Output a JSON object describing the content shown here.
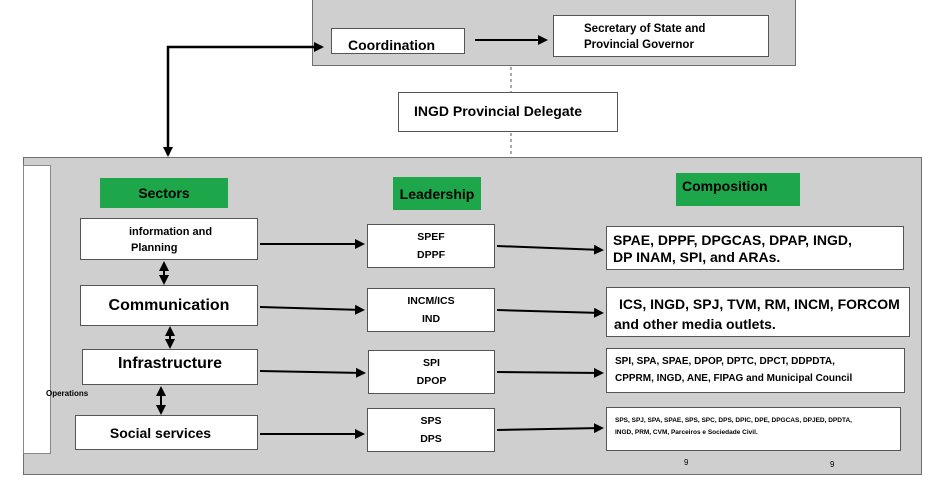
{
  "top": {
    "coordination": "Coordination",
    "secretary_line1": "Secretary of State and",
    "secretary_line2": "Provincial Governor",
    "ingd_delegate": "INGD Provincial Delegate"
  },
  "operations_label": "Operations",
  "headers": {
    "sectors": "Sectors",
    "leadership": "Leadership",
    "composition": "Composition"
  },
  "sectors": [
    {
      "line1": "information and",
      "line2": "Planning"
    },
    {
      "label": "Communication"
    },
    {
      "label": "Infrastructure"
    },
    {
      "label": "Social services"
    }
  ],
  "leadership": [
    {
      "line1": "SPEF",
      "line2": "DPPF"
    },
    {
      "line1": "INCM/ICS",
      "line2": "IND"
    },
    {
      "line1": "SPI",
      "line2": "DPOP"
    },
    {
      "line1": "SPS",
      "line2": "DPS"
    }
  ],
  "composition": [
    {
      "line1": "SPAE, DPPF, DPGCAS, DPAP, INGD,",
      "line2": "DP INAM, SPI, and ARAs."
    },
    {
      "line1": "ICS, INGD, SPJ, TVM, RM, INCM, FORCOM",
      "line2": "and other media outlets."
    },
    {
      "line1": "SPI, SPA, SPAE, DPOP, DPTC, DPCT, DDPDTA,",
      "line2": "CPPRM, INGD, ANE, FIPAG and Municipal Council"
    },
    {
      "line1": "SPS, SPJ, SPA, SPAE, SPS, SPC, DPS, DPIC, DPE, DPGCAS, DPJED, DPDTA,",
      "line2": "INGD, PRM, CVM, Parceiros e Sociedade Civil."
    }
  ],
  "footnotes": [
    "9",
    "9"
  ]
}
